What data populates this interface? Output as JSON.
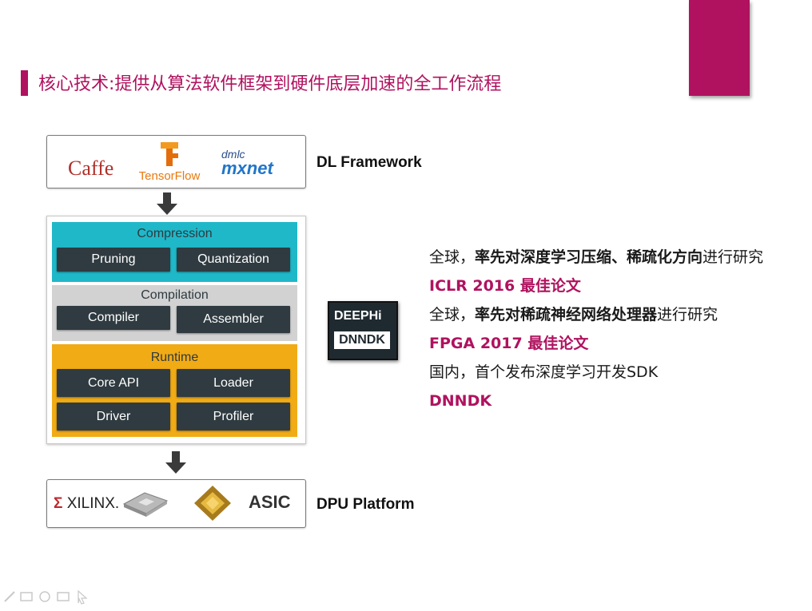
{
  "slide": {
    "title": "核心技术:提供从算法软件框架到硬件底层加速的全工作流程",
    "accent_color": "#b0125f"
  },
  "framework": {
    "logos": {
      "caffe": "Caffe",
      "tensorflow": "TensorFlow",
      "mxnet_top": "dmlc",
      "mxnet_bottom": "mxnet"
    },
    "label": "DL Framework"
  },
  "stack": {
    "compression": {
      "title": "Compression",
      "color": "#1fb8c9",
      "items": [
        "Pruning",
        "Quantization"
      ]
    },
    "compilation": {
      "title": "Compilation",
      "color": "#d0d0d0",
      "items": [
        "Compiler",
        "Assembler"
      ]
    },
    "runtime": {
      "title": "Runtime",
      "color": "#f1ab15",
      "items": [
        "Core API",
        "Loader",
        "Driver",
        "Profiler"
      ]
    }
  },
  "platform": {
    "xilinx": "XILINX.",
    "asic": "ASIC",
    "label": "DPU Platform"
  },
  "deephi_logo": {
    "top": "DEEPHi",
    "bottom": "DNNDK"
  },
  "achievements": {
    "line1_prefix": "全球，",
    "line1_bold": "率先对深度学习压缩、稀疏化方向",
    "line1_suffix": "进行研究",
    "line2": "ICLR 2016 最佳论文",
    "line3_prefix": "全球，",
    "line3_bold": "率先对稀疏神经网络处理器",
    "line3_suffix": "进行研究",
    "line4": "FPGA 2017 最佳论文",
    "line5": "国内，首个发布深度学习开发SDK",
    "line6": "DNNDK"
  }
}
